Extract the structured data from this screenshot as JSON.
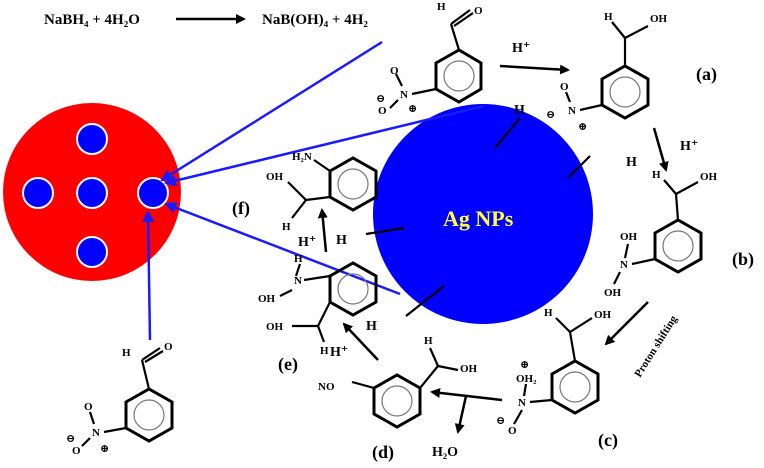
{
  "equation": {
    "reactants": "NaBH₄ + 4H₂O",
    "products": "NaB(OH)₄ + 4H₂"
  },
  "nanoparticle": {
    "label": "Ag NPs",
    "color": "#0000ff"
  },
  "support": {
    "color": "#ff0000",
    "dot_color": "#0000ff"
  },
  "stage_labels": {
    "a": "(a)",
    "b": "(b)",
    "c": "(c)",
    "d": "(d)",
    "e": "(e)",
    "f": "(f)"
  },
  "atoms": {
    "H": "H",
    "O": "O",
    "OH": "OH",
    "NO": "NO",
    "N": "N",
    "H2N": "H₂N",
    "OH2": "OH₂",
    "plus": "⊕",
    "minus": "⊖",
    "Hplus": "H⁺",
    "water": "H₂O"
  },
  "notes": {
    "proton_shift": "Proton shifting"
  }
}
